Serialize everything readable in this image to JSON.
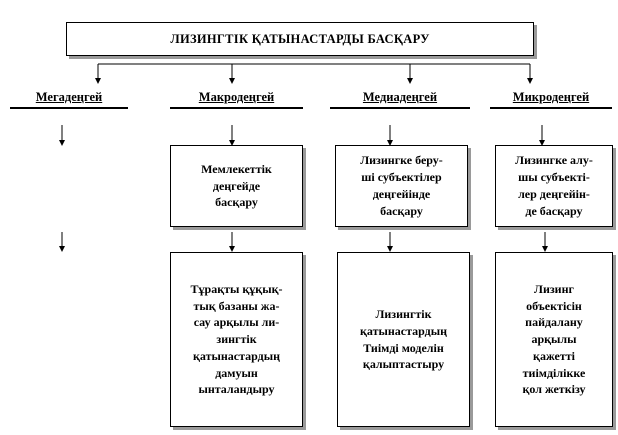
{
  "title": "ЛИЗИНГТІК ҚАТЫНАСТАРДЫ  БАСҚАРУ",
  "levels": [
    "Мегадеңгей",
    "Макродеңгей",
    "Медиадеңгей",
    "Микродеңгей"
  ],
  "row1": {
    "macro": "Мемлекеттік\nдеңгейде\nбасқару",
    "media": "Лизингке беру-\nші субъектілер\nдеңгейінде\nбасқару",
    "micro": "Лизингке алу-\nшы субъекті-\nлер деңгейін-\nде басқару"
  },
  "row2": {
    "macro": "Тұрақты құқық-\nтық базаны жа-\nсау арқылы ли-\nзингтік\nқатынастардың\nдамуын\nынталандыру",
    "media": "Лизингтік\nқатынастардың\nТиімді моделін\nқалыптастыру",
    "micro": "Лизинг\nобъектісін\nпайдалану\nарқылы\nқажетті\nтиімділікке\nқол жеткізу"
  }
}
